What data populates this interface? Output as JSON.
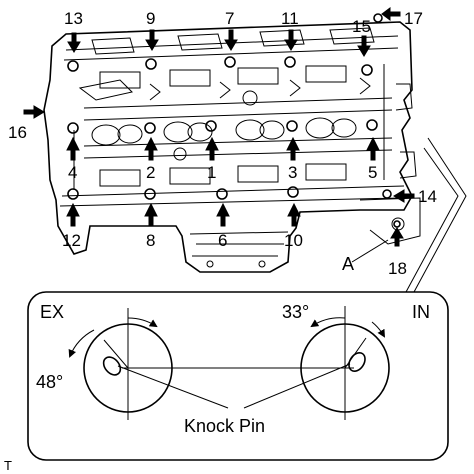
{
  "callouts": {
    "n1": "1",
    "n2": "2",
    "n3": "3",
    "n4": "4",
    "n5": "5",
    "n6": "6",
    "n7": "7",
    "n8": "8",
    "n9": "9",
    "n10": "10",
    "n11": "11",
    "n12": "12",
    "n13": "13",
    "n14": "14",
    "n15": "15",
    "n16": "16",
    "n17": "17",
    "n18": "18"
  },
  "labels": {
    "a": "A",
    "ex": "EX",
    "in": "IN",
    "angle_ex": "48°",
    "angle_in": "33°",
    "knock_pin": "Knock Pin",
    "corner": "T"
  },
  "colors": {
    "ink": "#000000",
    "paper": "#ffffff"
  }
}
